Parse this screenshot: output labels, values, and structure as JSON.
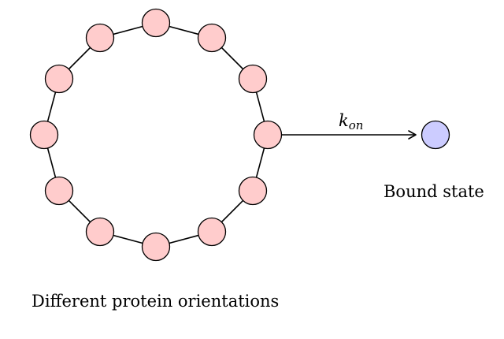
{
  "diagram": {
    "rate_constant": {
      "symbol": "k",
      "subscript": "on"
    },
    "bound_state_label": "Bound state",
    "orientations_label": "Different protein orientations",
    "ring_node_count": 12,
    "colors": {
      "ring_node_fill": "#ffcccc",
      "bound_node_fill": "#ccccff",
      "stroke": "#000000"
    }
  }
}
